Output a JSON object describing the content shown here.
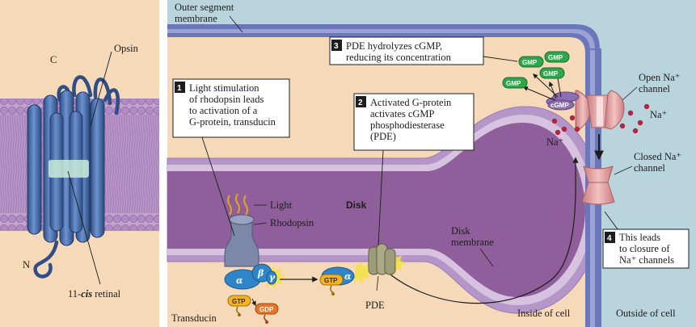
{
  "left_panel": {
    "label_c": "C",
    "label_opsin": "Opsin",
    "label_n": "N",
    "label_retinal_prefix": "11-",
    "label_retinal_italic": "cis",
    "label_retinal_suffix": " retinal"
  },
  "right_panel": {
    "outer_membrane_line1": "Outer segment",
    "outer_membrane_line2": "membrane",
    "disk": "Disk",
    "disk_membrane_line1": "Disk",
    "disk_membrane_line2": "membrane",
    "light": "Light",
    "rhodopsin": "Rhodopsin",
    "transducin": "Transducin",
    "pde": "PDE",
    "inside_cell": "Inside of cell",
    "outside_cell": "Outside of cell",
    "open_channel_line1": "Open Na⁺",
    "open_channel_line2": "channel",
    "closed_channel_line1": "Closed Na⁺",
    "closed_channel_line2": "channel",
    "na_outside": "Na⁺",
    "na_inside": "Na⁺"
  },
  "chips": {
    "gtp": "GTP",
    "gdp": "GDP",
    "gmp": "GMP",
    "cgmp": "cGMP",
    "alpha": "α",
    "beta": "β",
    "gamma": "γ"
  },
  "steps": [
    {
      "number": "1",
      "lines": [
        "Light stimulation",
        "of rhodopsin leads",
        "to activation of a",
        "G-protein, transducin"
      ]
    },
    {
      "number": "2",
      "lines": [
        "Activated G-protein",
        "activates cGMP",
        "phosphodiesterase",
        "(PDE)"
      ]
    },
    {
      "number": "3",
      "lines": [
        "PDE hydrolyzes cGMP,",
        "reducing its concentration"
      ]
    },
    {
      "number": "4",
      "lines": [
        "This leads",
        "to closure of",
        "Na⁺ channels"
      ]
    }
  ],
  "colors": {
    "cytoplasm": "#f6d9b8",
    "outside": "#b9d4dc",
    "membrane": "#6673b8",
    "disk_interior": "#8e5f99",
    "lipid_band": "#b394c4",
    "helix": "#4a70ad",
    "g_alpha": "#2e86c8",
    "gtp": "#f2b324",
    "gdp": "#e8762a",
    "gmp": "#2ea64a",
    "channel": "#e5a0a0",
    "na_ion": "#b0263d"
  }
}
